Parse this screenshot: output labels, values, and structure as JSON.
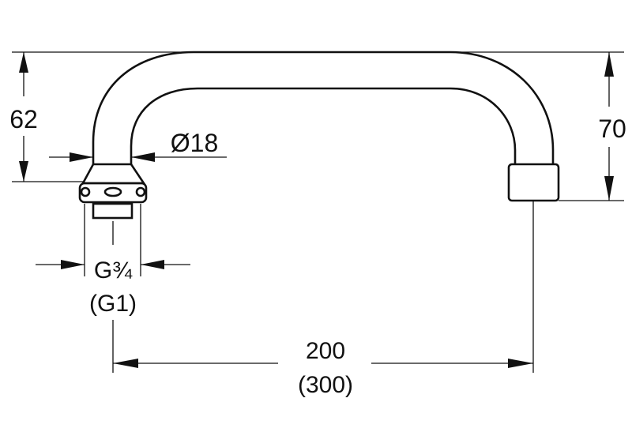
{
  "drawing": {
    "title": "Spout dimension drawing",
    "dimensions": {
      "left_height": "62",
      "right_height": "70",
      "pipe_diameter": "Ø18",
      "thread": "G¾",
      "thread_alt": "(G1)",
      "projection": "200",
      "projection_alt": "(300)"
    }
  }
}
